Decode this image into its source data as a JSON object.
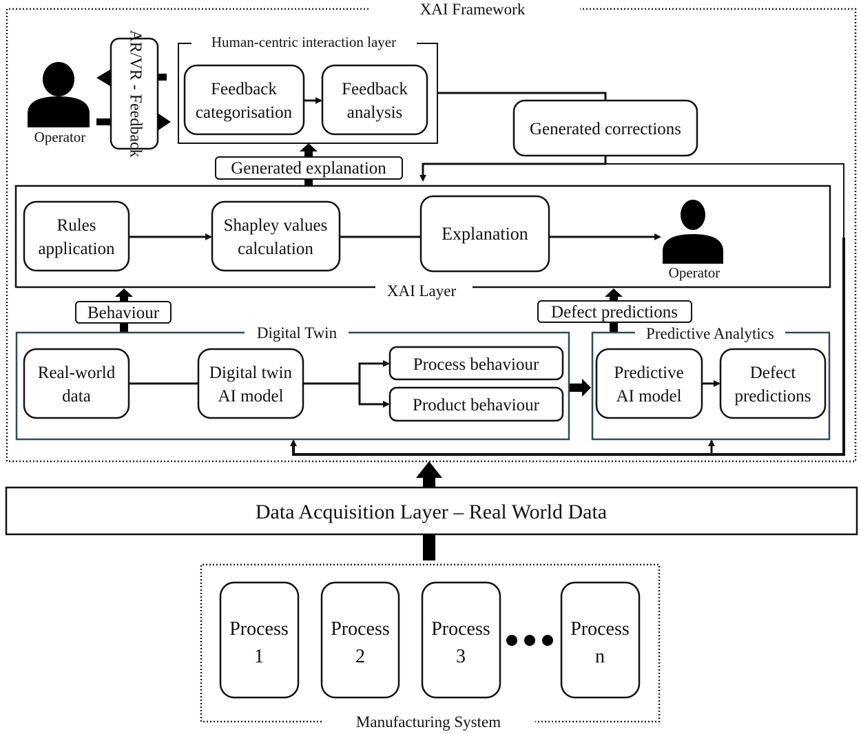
{
  "framework": {
    "title": "XAI Framework",
    "operator_label": "Operator",
    "arvr_label": "AR/VR - Feedback"
  },
  "human_layer": {
    "title": "Human-centric interaction layer",
    "feedback_categorisation": [
      "Feedback",
      "categorisation"
    ],
    "feedback_analysis": [
      "Feedback",
      "analysis"
    ]
  },
  "generated_corrections": "Generated corrections",
  "generated_explanation": "Generated explanation",
  "xai_layer": {
    "title": "XAI Layer",
    "rules": [
      "Rules",
      "application"
    ],
    "shapley": [
      "Shapley values",
      "calculation"
    ],
    "explanation": "Explanation",
    "operator_label": "Operator"
  },
  "behaviour_label": "Behaviour",
  "defect_predictions_label": "Defect predictions",
  "digital_twin": {
    "title": "Digital Twin",
    "real_world": [
      "Real-world",
      "data"
    ],
    "dt_model": [
      "Digital twin",
      "AI model"
    ],
    "process_behaviour": "Process behaviour",
    "product_behaviour": "Product behaviour"
  },
  "predictive": {
    "title": "Predictive Analytics",
    "model": [
      "Predictive",
      "AI model"
    ],
    "defects": [
      "Defect",
      "predictions"
    ]
  },
  "data_acquisition": "Data Acquisition Layer – Real World Data",
  "manufacturing": {
    "title": "Manufacturing System",
    "processes": [
      {
        "line1": "Process",
        "line2": "1"
      },
      {
        "line1": "Process",
        "line2": "2"
      },
      {
        "line1": "Process",
        "line2": "3"
      },
      {
        "line1": "Process",
        "line2": "n"
      }
    ]
  },
  "colors": {
    "line": "#111111",
    "panel_border": "#2f4a5a"
  }
}
